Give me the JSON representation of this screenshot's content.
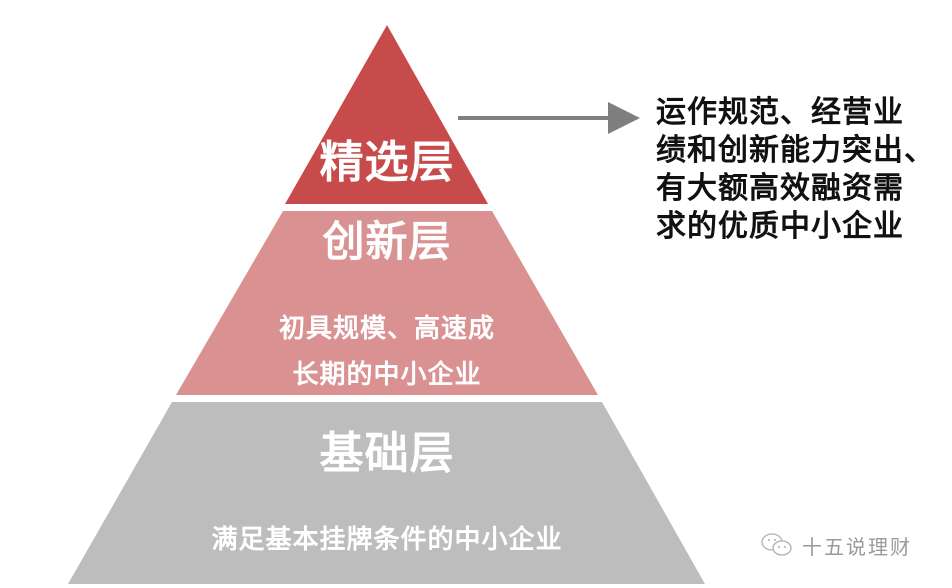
{
  "colors": {
    "top_layer": "#c84b4b",
    "middle_layer": "#d99191",
    "bottom_layer": "#bdbdbd",
    "arrow": "#7f7f7f",
    "text_light": "#ffffff",
    "text_dark": "#111111"
  },
  "pyramid": {
    "layers": [
      {
        "title": "精选层",
        "description": ""
      },
      {
        "title": "创新层",
        "description_lines": [
          "初具规模、高速成",
          "长期的中小企业"
        ]
      },
      {
        "title": "基础层",
        "description": "满足基本挂牌条件的中小企业"
      }
    ]
  },
  "callout": {
    "lines": [
      "运作规范、经营业",
      "绩和创新能力突出、",
      "有大额高效融资需",
      "求的优质中小企业"
    ]
  },
  "watermark": {
    "icon": "wechat-icon",
    "text": "十五说理财"
  }
}
